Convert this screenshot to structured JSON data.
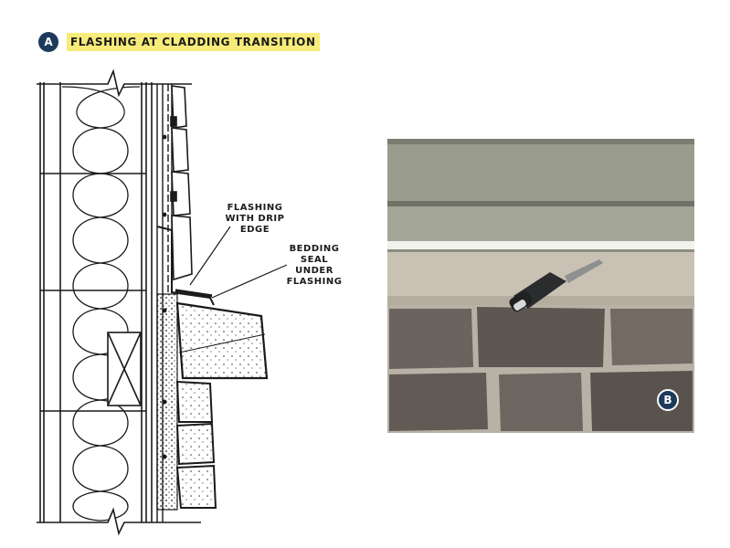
{
  "header": {
    "badge": "A",
    "title": "FLASHING AT CLADDING TRANSITION"
  },
  "callouts": {
    "flashing": [
      "FLASHING",
      "WITH DRIP",
      "EDGE"
    ],
    "seal": [
      "BEDDING",
      "SEAL",
      "UNDER",
      "FLASHING"
    ]
  },
  "photo": {
    "badge": "B"
  },
  "colors": {
    "badge_bg": "#1d3a5c",
    "title_highlight": "#f7ec7a",
    "line": "#1a1a1a",
    "siding": "#9a9d8e",
    "sill": "#c9c2b4",
    "stone": "#5d5752",
    "mortar": "#b7b1a6"
  }
}
